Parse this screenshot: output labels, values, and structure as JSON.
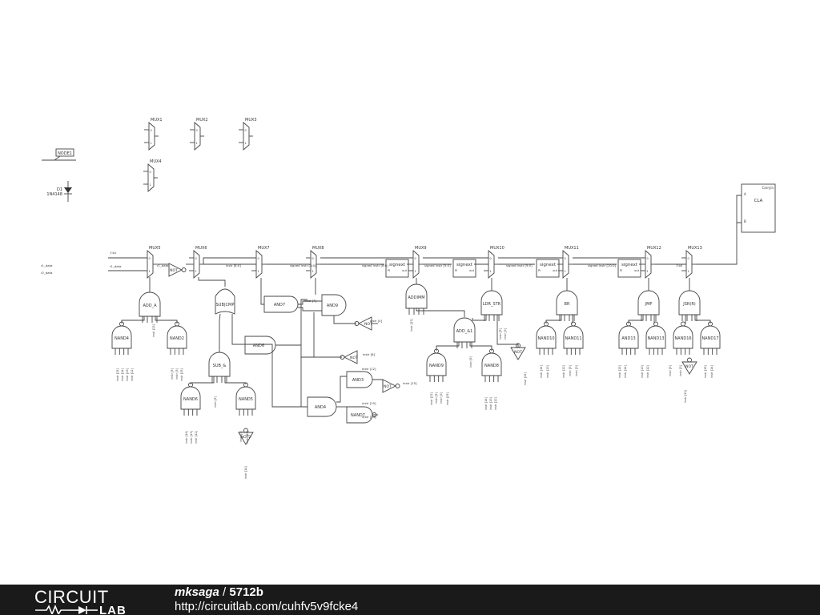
{
  "diagram": {
    "components": {
      "muxes": [
        {
          "id": "m1",
          "label": "MUX1"
        },
        {
          "id": "m2",
          "label": "MUX2"
        },
        {
          "id": "m3",
          "label": "MUX3"
        },
        {
          "id": "m4",
          "label": "MUX4"
        },
        {
          "id": "m5",
          "label": "MUX5"
        },
        {
          "id": "m6",
          "label": "MUX6"
        },
        {
          "id": "m7",
          "label": "MUX7"
        },
        {
          "id": "m8",
          "label": "MUX8"
        },
        {
          "id": "m9",
          "label": "MUX9"
        },
        {
          "id": "m10",
          "label": "MUX10"
        },
        {
          "id": "m11",
          "label": "MUX11"
        },
        {
          "id": "m12",
          "label": "MUX12"
        },
        {
          "id": "m13",
          "label": "MUX13"
        }
      ],
      "gates": [
        {
          "id": "g_add_a",
          "label": "ADD_A",
          "kind": "and"
        },
        {
          "id": "g_nand4",
          "label": "NAND4",
          "kind": "nand"
        },
        {
          "id": "g_nand2",
          "label": "NAND2",
          "kind": "nand"
        },
        {
          "id": "g_subcmp",
          "label": "SUB|CMP",
          "kind": "or"
        },
        {
          "id": "g_sub_and",
          "label": "SUB_&",
          "kind": "and"
        },
        {
          "id": "g_nand6",
          "label": "NAND6",
          "kind": "nand"
        },
        {
          "id": "g_nand5",
          "label": "NAND5",
          "kind": "nand"
        },
        {
          "id": "g_and7",
          "label": "AND7",
          "kind": "and"
        },
        {
          "id": "g_and9",
          "label": "AND9",
          "kind": "and"
        },
        {
          "id": "g_and6",
          "label": "AND6",
          "kind": "and"
        },
        {
          "id": "g_and3",
          "label": "AND3",
          "kind": "and"
        },
        {
          "id": "g_and4",
          "label": "AND4",
          "kind": "and"
        },
        {
          "id": "g_nand7",
          "label": "NAND7",
          "kind": "nand"
        },
        {
          "id": "g_addimm",
          "label": "ADDIMM",
          "kind": "and"
        },
        {
          "id": "g_add_and1",
          "label": "ADD_&1",
          "kind": "and"
        },
        {
          "id": "g_nand9",
          "label": "NAND9",
          "kind": "nand"
        },
        {
          "id": "g_ldr_str",
          "label": "LDR_STR",
          "kind": "and"
        },
        {
          "id": "g_nand8",
          "label": "NAND8",
          "kind": "nand"
        },
        {
          "id": "g_br",
          "label": "BR",
          "kind": "and"
        },
        {
          "id": "g_nand10",
          "label": "NAND10",
          "kind": "nand"
        },
        {
          "id": "g_nand11",
          "label": "NAND11",
          "kind": "nand"
        },
        {
          "id": "g_jmp",
          "label": "JMP",
          "kind": "and"
        },
        {
          "id": "g_and13",
          "label": "AND13",
          "kind": "nand"
        },
        {
          "id": "g_nand13",
          "label": "NAND13",
          "kind": "nand"
        },
        {
          "id": "g_jsrr",
          "label": "JSR(R)",
          "kind": "and"
        },
        {
          "id": "g_nand16",
          "label": "NAND16",
          "kind": "nand"
        },
        {
          "id": "g_nand17",
          "label": "NAND17",
          "kind": "nand"
        }
      ],
      "inverters": [
        {
          "id": "i_not_a",
          "label": "NOT"
        },
        {
          "id": "i_not_b",
          "label": "NOT"
        },
        {
          "id": "i_not_c",
          "label": "NOT"
        },
        {
          "id": "i_not_d",
          "label": "NOT"
        },
        {
          "id": "i_not2",
          "label": "NOT2"
        },
        {
          "id": "i_not_e",
          "label": "NOT"
        },
        {
          "id": "i_not_f",
          "label": "NOT"
        }
      ],
      "signext": [
        {
          "id": "s1",
          "label": "signext",
          "pin_in": "PI",
          "pin_out": "out"
        },
        {
          "id": "s2",
          "label": "signext",
          "pin_in": "PI",
          "pin_out": "out"
        },
        {
          "id": "s3",
          "label": "signext",
          "pin_in": "PI",
          "pin_out": "out"
        },
        {
          "id": "s4",
          "label": "signext",
          "pin_in": "PI",
          "pin_out": "out"
        }
      ],
      "cla": {
        "label": "CLA",
        "pin_a": "A",
        "pin_b": "B",
        "pin_carry": "Carryin"
      },
      "node": {
        "label": "NODE1"
      },
      "diode": {
        "ref": "D1",
        "part": "1N4148"
      },
      "mux_pin0": "0",
      "mux_pin1": "1"
    },
    "wire_labels": [
      {
        "id": "w_1b1",
        "text": "1'b1"
      },
      {
        "id": "w_1b0",
        "text": "1'b0"
      },
      {
        "id": "w_r1a",
        "text": "r1_data"
      },
      {
        "id": "w_r1b",
        "text": "r1_data"
      },
      {
        "id": "w_r2",
        "text": "r2_data"
      },
      {
        "id": "w_r1c",
        "text": "r1_data"
      },
      {
        "id": "w_instr",
        "text": "instr [8:0]"
      },
      {
        "id": "w_sig1",
        "text": "signed instr [8:0]"
      },
      {
        "id": "w_sig2",
        "text": "signed instr [4:0]"
      },
      {
        "id": "w_sig3",
        "text": "signed instr [5:0]"
      },
      {
        "id": "w_sig4",
        "text": "signed instr [9:0]"
      },
      {
        "id": "w_sig5",
        "text": "signed instr [10:0]"
      },
      {
        "id": "w_i7",
        "text": "instr [7]"
      },
      {
        "id": "w_i4",
        "text": "instr [4]"
      },
      {
        "id": "w_i8",
        "text": "instr [8]"
      },
      {
        "id": "w_i12",
        "text": "instr [12]"
      },
      {
        "id": "w_i15",
        "text": "instr [15]"
      },
      {
        "id": "w_i15b",
        "text": "instr [15]"
      },
      {
        "id": "w_i14",
        "text": "instr [14]"
      }
    ],
    "vertical_labels": [
      "instr [15]",
      "instr [14]",
      "instr [13]",
      "instr [12]",
      "instr [5]",
      "instr [3]"
    ]
  },
  "footer": {
    "logo_top": "CIRCUIT",
    "logo_bottom": "LAB",
    "user": "mksaga",
    "separator": " / ",
    "schematic_id": "5712b",
    "url": "http://circuitlab.com/cuhfv5v9fcke4"
  }
}
